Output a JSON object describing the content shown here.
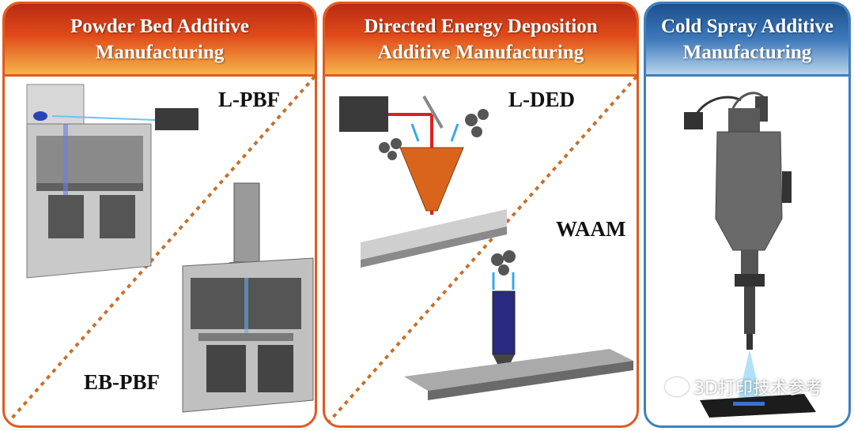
{
  "panels": [
    {
      "title_line1": "Powder Bed Additive",
      "title_line2": "Manufacturing",
      "labels": [
        "L-PBF",
        "EB-PBF"
      ]
    },
    {
      "title_line1": "Directed Energy Deposition",
      "title_line2": "Additive Manufacturing",
      "labels": [
        "L-DED",
        "WAAM"
      ]
    },
    {
      "title_line1": "Cold Spray Additive",
      "title_line2": "Manufacturing",
      "labels": []
    }
  ],
  "watermark": "3D打印技术参考",
  "colors": {
    "border_orange": "#e15a1e",
    "border_blue": "#3f7fc0",
    "divider": "#c8702a"
  }
}
